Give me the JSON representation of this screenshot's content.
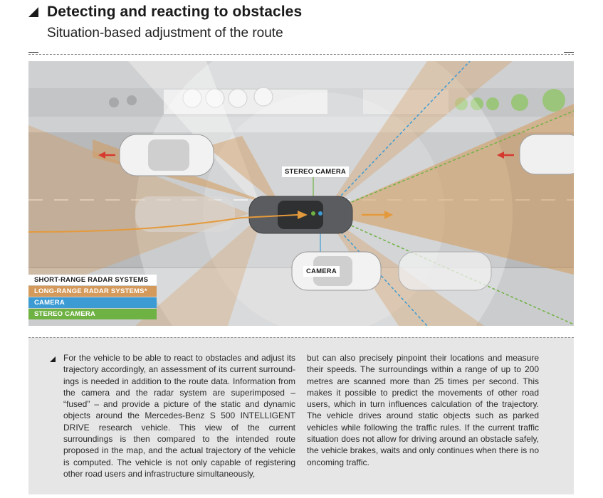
{
  "header": {
    "title": "Detecting and reacting to obstacles",
    "subtitle": "Situation-based adjustment of the route"
  },
  "legend": {
    "short_range": "SHORT-RANGE RADAR SYSTEMS",
    "long_range": "LONG-RANGE RADAR SYSTEMS*",
    "camera": "CAMERA",
    "stereo_camera": "STEREO CAMERA"
  },
  "labels": {
    "stereo_camera": "STEREO CAMERA",
    "camera": "CAMERA"
  },
  "colors": {
    "long_range_radar": "#d39a5b",
    "camera": "#3d9bd4",
    "stereo_camera": "#6fb244",
    "arrow_orange": "#e49a3c",
    "arrow_red": "#d63a2f"
  },
  "body": {
    "column1": "For the vehicle to be able to react to obstacles and adjust its trajectory accordingly, an assessment of its current surround­ings is needed in addition to the route data. Information from the camera and the radar system are superimposed – “fused” – and provide a picture of the static and dynamic objects around the Mercedes-Benz S 500 INTELLIGENT DRIVE research vehicle. This view of the current surroundings is then compared to the intended route proposed in the map, and the actual trajectory of the vehicle is computed. The vehicle is not only capable of registering other road users and infrastructure simultaneously,",
    "column2": "but can also precisely pinpoint their locations and measure their speeds. The surroundings within a range of up to 200 metres are scanned more than 25 times per second. This makes it possible to predict the movements of other road users, which in turn in­fluences calculation of the trajectory. The vehicle drives around static objects such as parked vehicles while following the traffic rules. If the current traffic situation does not allow for driving around an obstacle safely, the vehicle brakes, waits and only continues when there is no oncoming traffic."
  }
}
